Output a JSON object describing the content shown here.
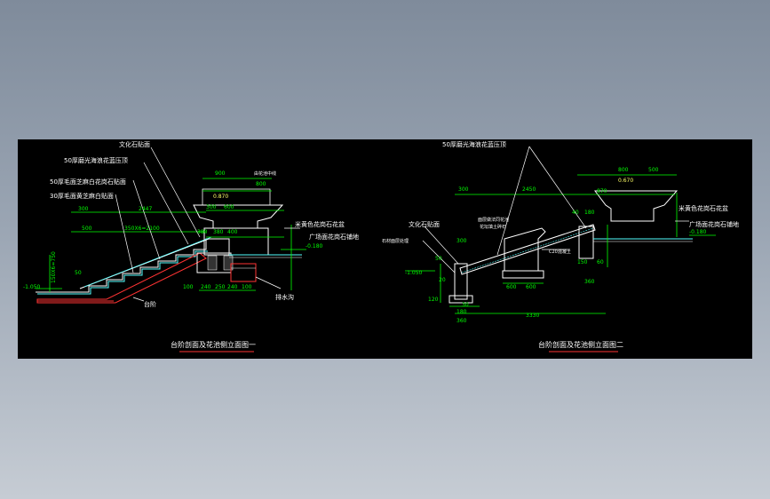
{
  "colors": {
    "background": "#8e99a8",
    "canvas": "#000000",
    "dimension": "#00ff00",
    "annotation": "#ffffff",
    "section_line": "#ff3333",
    "cyan_line": "#55ffff",
    "yellow_text": "#ffff66",
    "magenta_line": "#ff55ff"
  },
  "drawing1": {
    "title": "台阶剖面及花池侧立面图一",
    "labels": {
      "culture_stone": "文化石贴面",
      "granite_top": "50厚磨光海浪花蓝压顶",
      "rubble_wall": "50厚毛面芝麻白花岗石贴面",
      "rubble_stair": "30厚毛面黄芝麻白贴面",
      "planter": "米黄色花岗石花盆",
      "plaza_paving": "广场面花岗石铺地",
      "drain": "排水沟",
      "steps": "台阶",
      "step_spec": "350X6=2100"
    },
    "dims": {
      "d900": "900",
      "d670": "0.870",
      "d800": "800",
      "d300a": "300",
      "d2447": "2447",
      "d300b": "300",
      "d600": "600",
      "d500": "500",
      "d380": "380",
      "d380b": "380",
      "d400": "400",
      "level_m1050": "-1.050",
      "level_m0180": "-0.180",
      "stairs_h": "150X6=750",
      "d50": "50",
      "d100a": "100",
      "d240a": "240",
      "d250": "250",
      "d240b": "240",
      "d100b": "100",
      "note_top": "由花池中线"
    }
  },
  "drawing2": {
    "title": "台阶剖面及花池侧立面图二",
    "labels": {
      "granite_top": "50厚磨光海浪花蓝压顶",
      "culture_stone": "文化石贴面",
      "planter": "米黄色花岗石花盆",
      "plaza_paving": "广场面花岗石铺地",
      "slope_note": "面层做法同花池",
      "concrete": "C20混凝土",
      "bottom_note": "石材面层处理",
      "fill_note": "花坛填土碎石"
    },
    "dims": {
      "d300": "300",
      "d2450": "2450",
      "d800": "800",
      "d670": "0.670",
      "d500": "500",
      "d870": "870",
      "d40": "40",
      "d180": "180",
      "level_m1050": "-1.050",
      "level_m0180": "-0.180",
      "d300b": "300",
      "d50": "50",
      "d150": "150",
      "d600a": "600",
      "d600b": "600",
      "d60": "60",
      "d360": "360",
      "d180b": "180",
      "d3330": "3330",
      "d360b": "360",
      "d30": "30",
      "d120": "120",
      "d20": "20"
    }
  }
}
